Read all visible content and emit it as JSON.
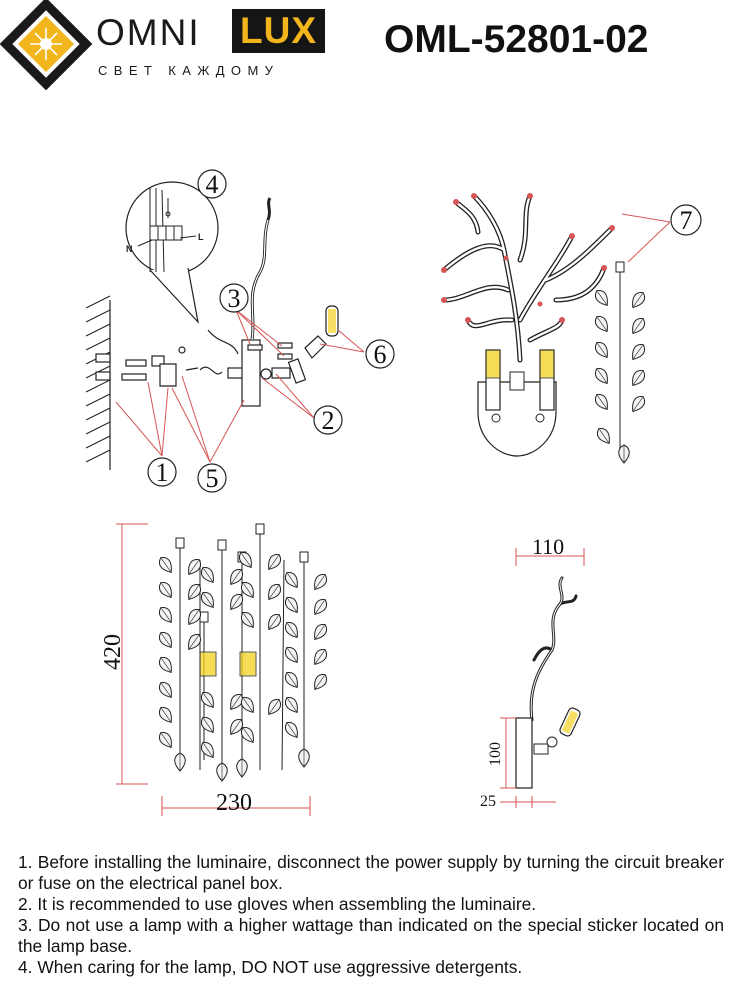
{
  "brand": {
    "logo_icon": "diamond-sun-logo-icon",
    "name_part1": "OMNI",
    "name_part2": "LUX",
    "tagline": "СВЕТ КАЖДОМУ",
    "accent_color": "#f2b51b"
  },
  "model": "OML-52801-02",
  "callouts": [
    "1",
    "2",
    "3",
    "4",
    "5",
    "6",
    "7"
  ],
  "wiring": {
    "neutral": "N",
    "line": "L"
  },
  "dimensions": {
    "height": "420",
    "width": "230",
    "depth": "110",
    "base_height": "100",
    "base_depth": "25"
  },
  "notes": [
    "1. Before installing the luminaire, disconnect the power supply by turning the circuit breaker or fuse on the electrical panel box.",
    "2. It is recommended to use gloves when assembling the luminaire.",
    "3. Do not use a lamp with a higher wattage than indicated on the special sticker located on the lamp base.",
    "4. When caring for the lamp, DO NOT use aggressive detergents."
  ]
}
